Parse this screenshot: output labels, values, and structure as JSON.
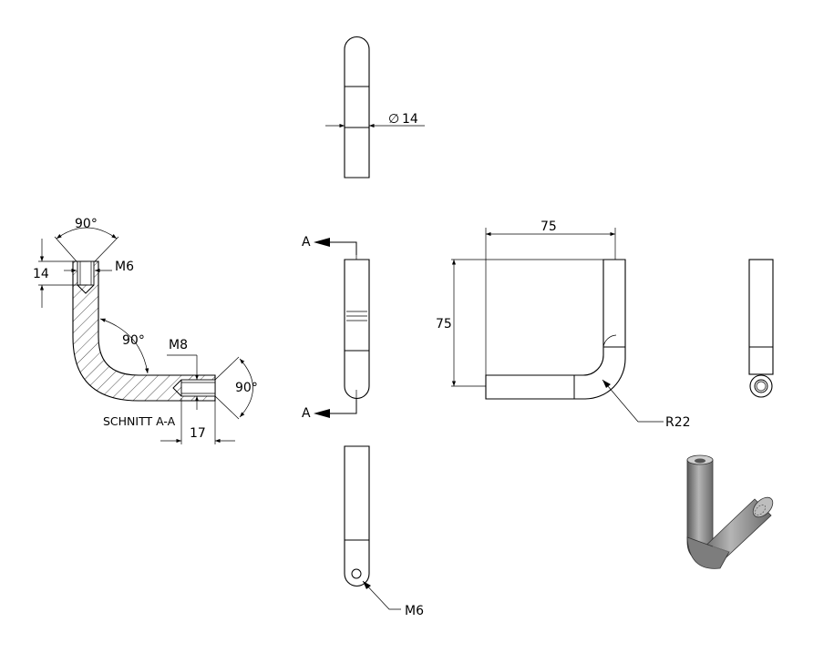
{
  "dimensions": {
    "top_view_diameter": "14",
    "section_chamfer_top": "90°",
    "section_depth_top": "14",
    "section_thread_top": "M6",
    "section_bend_angle": "90°",
    "section_thread_side": "M8",
    "section_chamfer_side": "90°",
    "section_depth_side": "17",
    "front_width": "75",
    "front_height": "75",
    "front_bend_radius": "R22",
    "bottom_thread": "M6"
  },
  "labels": {
    "section_title": "SCHNITT A-A",
    "cut_mark_top": "A",
    "cut_mark_bottom": "A"
  },
  "symbols": {
    "diameter_symbol": "∅"
  },
  "colors": {
    "line": "#000000",
    "shaded_body": "#8c8c8c"
  }
}
